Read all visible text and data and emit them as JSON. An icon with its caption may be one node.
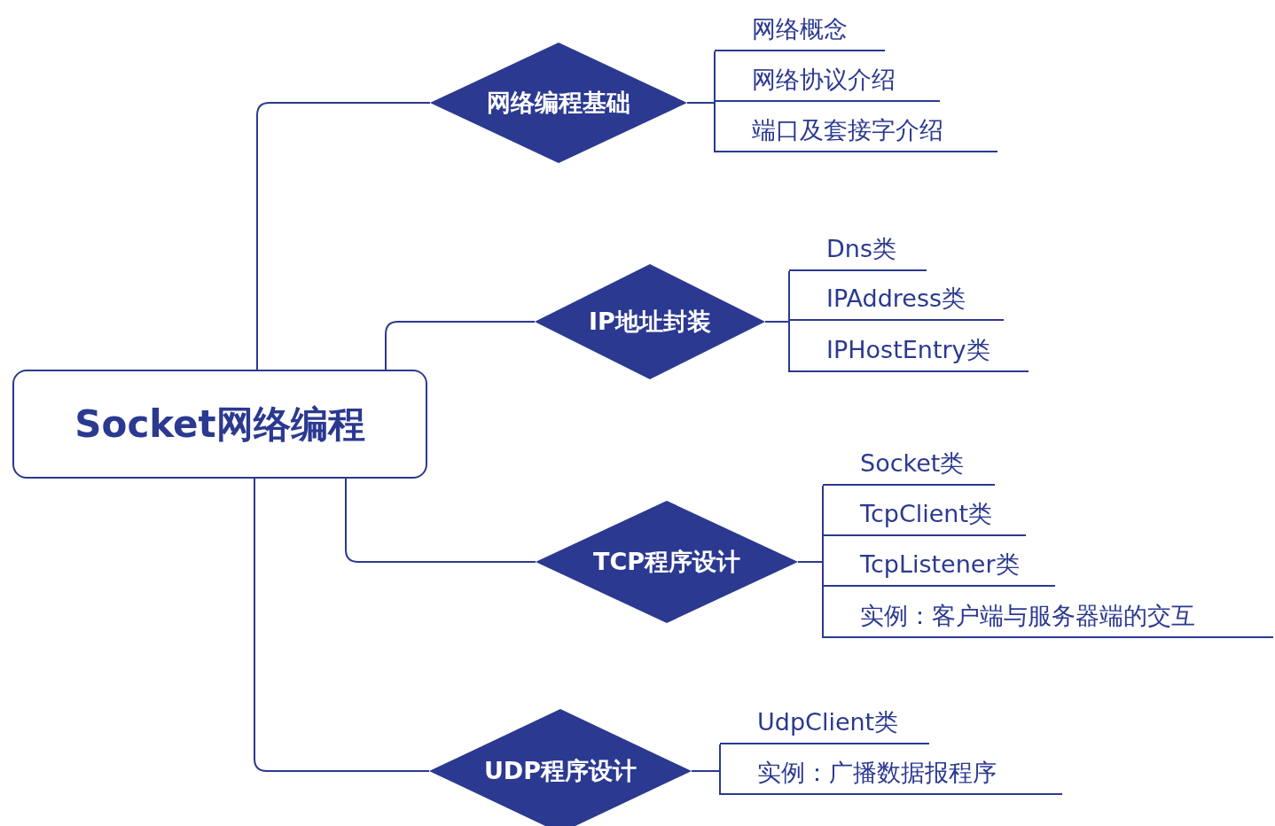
{
  "diagram": {
    "nodes": [
      {
        "text": [
          "Socket网络编程"
        ]
      },
      {
        "text": [
          "网络编程基础"
        ]
      },
      {
        "text": [
          "网络概念"
        ]
      },
      {
        "text": [
          "网络协议介绍"
        ]
      },
      {
        "text": [
          "端口及套接字介绍"
        ]
      },
      {
        "text": [
          "IP地址封装"
        ]
      },
      {
        "text": [
          "Dns类"
        ]
      },
      {
        "text": [
          "IPAddress类"
        ]
      },
      {
        "text": [
          "IPHostEntry类"
        ]
      },
      {
        "text": [
          "TCP程序设计"
        ]
      },
      {
        "text": [
          "Socket类"
        ]
      },
      {
        "text": [
          "TcpClient类"
        ]
      },
      {
        "text": [
          "TcpListener类"
        ]
      },
      {
        "text": [
          "实例：客户端与服务器端的交互"
        ]
      },
      {
        "text": [
          "UDP程序设计"
        ]
      },
      {
        "text": [
          "UdpClient类"
        ]
      },
      {
        "text": [
          "实例：广播数据报程序"
        ]
      }
    ],
    "edges": [
      {
        "from": 0,
        "to": 1,
        "arrow": "none"
      },
      {
        "from": 0,
        "to": 5,
        "arrow": "none"
      },
      {
        "from": 0,
        "to": 9,
        "arrow": "none"
      },
      {
        "from": 0,
        "to": 14,
        "arrow": "none"
      },
      {
        "from": 1,
        "to": 2,
        "arrow": "none"
      },
      {
        "from": 1,
        "to": 3,
        "arrow": "none"
      },
      {
        "from": 1,
        "to": 4,
        "arrow": "none"
      },
      {
        "from": 5,
        "to": 6,
        "arrow": "none"
      },
      {
        "from": 5,
        "to": 7,
        "arrow": "none"
      },
      {
        "from": 5,
        "to": 8,
        "arrow": "none"
      },
      {
        "from": 9,
        "to": 10,
        "arrow": "none"
      },
      {
        "from": 9,
        "to": 11,
        "arrow": "none"
      },
      {
        "from": 9,
        "to": 12,
        "arrow": "none"
      },
      {
        "from": 9,
        "to": 13,
        "arrow": "none"
      },
      {
        "from": 14,
        "to": 15,
        "arrow": "none"
      },
      {
        "from": 14,
        "to": 16,
        "arrow": "none"
      }
    ]
  }
}
